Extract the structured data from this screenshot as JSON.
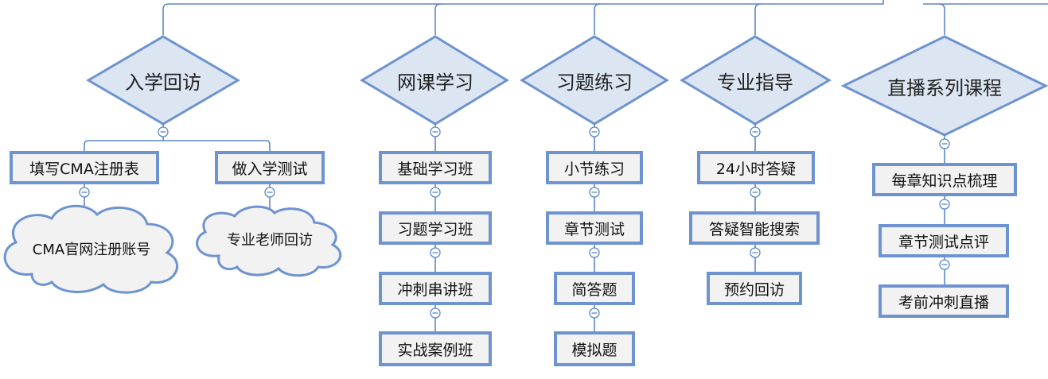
{
  "colors": {
    "line": "#5b87c7",
    "diamond_fill": "#dce5f2",
    "diamond_stroke": "#6d93d0",
    "box_fill": "#f2f2f2",
    "cloud_fill": "#f2f2f2"
  },
  "icons": {
    "collapse": "collapse-toggle-icon"
  },
  "categories": [
    {
      "label": "入学回访",
      "children": [
        "填写CMA注册表",
        "做入学测试"
      ],
      "clouds": [
        "CMA官网注册账号",
        "专业老师回访"
      ]
    },
    {
      "label": "网课学习",
      "children": [
        "基础学习班",
        "习题学习班",
        "冲刺串讲班",
        "实战案例班"
      ]
    },
    {
      "label": "习题练习",
      "children": [
        "小节练习",
        "章节测试",
        "简答题",
        "模拟题"
      ]
    },
    {
      "label": "专业指导",
      "children": [
        "24小时答疑",
        "答疑智能搜索",
        "预约回访"
      ]
    },
    {
      "label": "直播系列课程",
      "children": [
        "每章知识点梳理",
        "章节测试点评",
        "考前冲刺直播"
      ]
    }
  ]
}
